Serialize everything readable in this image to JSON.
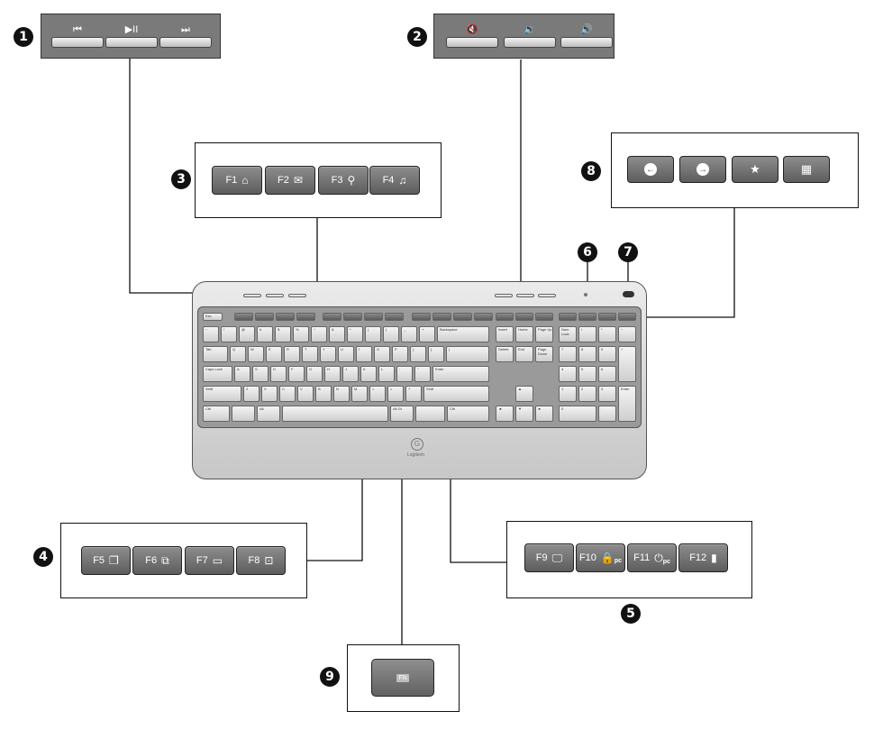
{
  "callouts": [
    "1",
    "2",
    "3",
    "4",
    "5",
    "6",
    "7",
    "8",
    "9"
  ],
  "group1": {
    "keys": [
      {
        "icon": "previous-track-icon",
        "glyph": "⏮"
      },
      {
        "icon": "play-pause-icon",
        "glyph": "▶II"
      },
      {
        "icon": "next-track-icon",
        "glyph": "⏭"
      }
    ]
  },
  "group2": {
    "keys": [
      {
        "icon": "mute-icon",
        "glyph": "🔇"
      },
      {
        "icon": "volume-down-icon",
        "glyph": "🔉"
      },
      {
        "icon": "volume-up-icon",
        "glyph": "🔊"
      }
    ]
  },
  "group3": {
    "keys": [
      {
        "label": "F1",
        "icon": "home-icon",
        "glyph": "⌂"
      },
      {
        "label": "F2",
        "icon": "mail-icon",
        "glyph": "✉"
      },
      {
        "label": "F3",
        "icon": "search-icon",
        "glyph": "⚲"
      },
      {
        "label": "F4",
        "icon": "music-icon",
        "glyph": "♫"
      }
    ]
  },
  "group4": {
    "keys": [
      {
        "label": "F5",
        "icon": "windows-icon",
        "glyph": "❐"
      },
      {
        "label": "F6",
        "icon": "app-switch-icon",
        "glyph": "⧉"
      },
      {
        "label": "F7",
        "icon": "minimize-icon",
        "glyph": "▭"
      },
      {
        "label": "F8",
        "icon": "restore-icon",
        "glyph": "⊡"
      }
    ]
  },
  "group5": {
    "keys": [
      {
        "label": "F9",
        "icon": "my-computer-icon",
        "glyph": "🖵",
        "sub": ""
      },
      {
        "label": "F10",
        "icon": "lock-pc-icon",
        "glyph": "🔒",
        "sub": "pc"
      },
      {
        "label": "F11",
        "icon": "sleep-pc-icon",
        "glyph": "⏻",
        "sub": "pc"
      },
      {
        "label": "F12",
        "icon": "battery-icon",
        "glyph": "▮",
        "sub": ""
      }
    ]
  },
  "group8": {
    "keys": [
      {
        "icon": "back-icon",
        "glyph": "←"
      },
      {
        "icon": "forward-icon",
        "glyph": "→"
      },
      {
        "icon": "favorites-icon",
        "glyph": "★"
      },
      {
        "icon": "calculator-icon",
        "glyph": "▦"
      }
    ]
  },
  "group9": {
    "label": "FN"
  },
  "keyboard": {
    "esc": "Esc",
    "backspace": "Backspace",
    "tab": "Tab",
    "caps": "Caps Lock",
    "enter": "Enter",
    "shift": "Shift",
    "shift_r": "Shift",
    "ctrl": "Ctrl",
    "ctrl_r": "Ctrl",
    "alt": "Alt",
    "altgr": "Alt Gr",
    "insert": "Insert",
    "home": "Home",
    "pgup": "Page Up",
    "delete": "Delete",
    "end": "End",
    "pgdn": "Page Down",
    "numlock": "Num Lock",
    "logo": "Logitech",
    "num_row": [
      "~",
      "!",
      "@",
      "#",
      "$",
      "%",
      "^",
      "&",
      "*",
      "(",
      ")",
      "_",
      "+"
    ],
    "row_q": [
      "Q",
      "W",
      "E",
      "R",
      "T",
      "Y",
      "U",
      "I",
      "O",
      "P",
      "{",
      "}",
      "|"
    ],
    "row_a": [
      "A",
      "S",
      "D",
      "F",
      "G",
      "H",
      "J",
      "K",
      "L",
      ":",
      "\""
    ],
    "row_z": [
      "Z",
      "X",
      "C",
      "V",
      "B",
      "N",
      "M",
      "<",
      ">",
      "?"
    ],
    "arrows": [
      "▲",
      "◄",
      "▼",
      "►"
    ],
    "numpad": [
      "/",
      "*",
      "−",
      "7",
      "8",
      "9",
      "+",
      "4",
      "5",
      "6",
      "1",
      "2",
      "3",
      "Enter",
      "0",
      "."
    ]
  }
}
